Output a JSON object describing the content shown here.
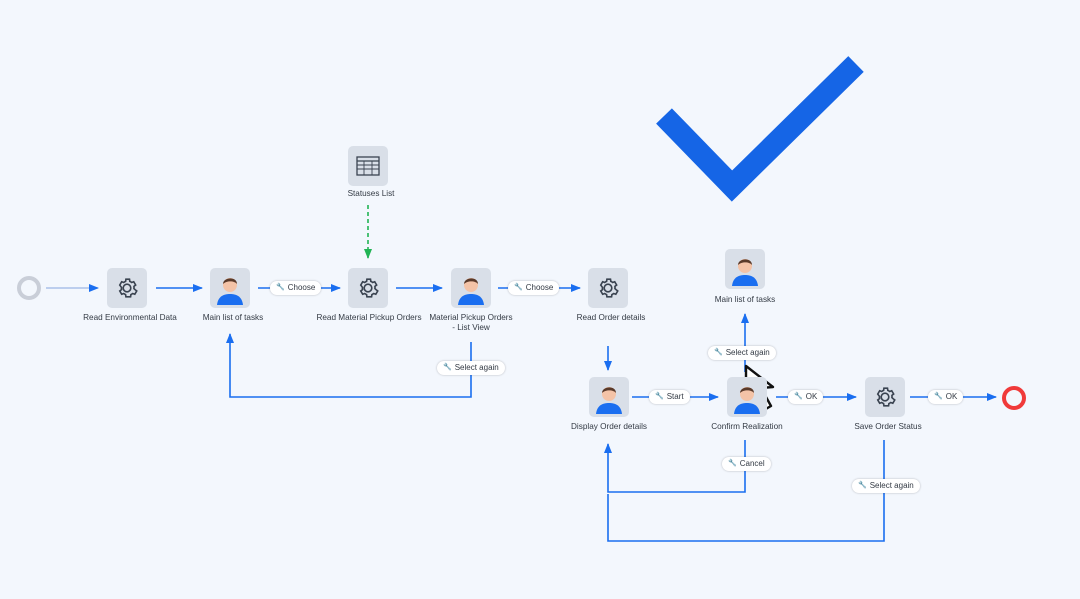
{
  "nodes": {
    "read_env": {
      "label": "Read Environmental Data",
      "type": "gear-icon"
    },
    "main_tasks": {
      "label": "Main list of tasks",
      "type": "user-icon"
    },
    "statuses_list": {
      "label": "Statuses List",
      "type": "table-icon"
    },
    "read_pickup": {
      "label": "Read Material Pickup Orders",
      "type": "gear-icon"
    },
    "pickup_list": {
      "label": "Material Pickup Orders - List View",
      "type": "user-icon"
    },
    "read_order": {
      "label": "Read Order details",
      "type": "gear-icon"
    },
    "display_order": {
      "label": "Display Order details",
      "type": "user-icon"
    },
    "confirm": {
      "label": "Confirm Realization",
      "type": "user-icon"
    },
    "save_status": {
      "label": "Save Order Status",
      "type": "gear-icon"
    },
    "main_tasks_2": {
      "label": "Main list of tasks",
      "type": "user-icon"
    }
  },
  "edges": {
    "choose_1": "Choose",
    "choose_2": "Choose",
    "select_again_1": "Select again",
    "start": "Start",
    "ok_1": "OK",
    "ok_2": "OK",
    "select_again_2": "Select again",
    "cancel": "Cancel",
    "select_again_3": "Select again"
  },
  "colors": {
    "flow": "#1a6ef0",
    "data_flow": "#22b455",
    "start_event": "#c9ced8",
    "end_event": "#f03a3a",
    "checkmark": "#1565e6",
    "node_bg": "#d9dfe8"
  },
  "decorations": {
    "checkmark": "checkmark-icon",
    "cursor": "mouse-cursor-icon"
  }
}
